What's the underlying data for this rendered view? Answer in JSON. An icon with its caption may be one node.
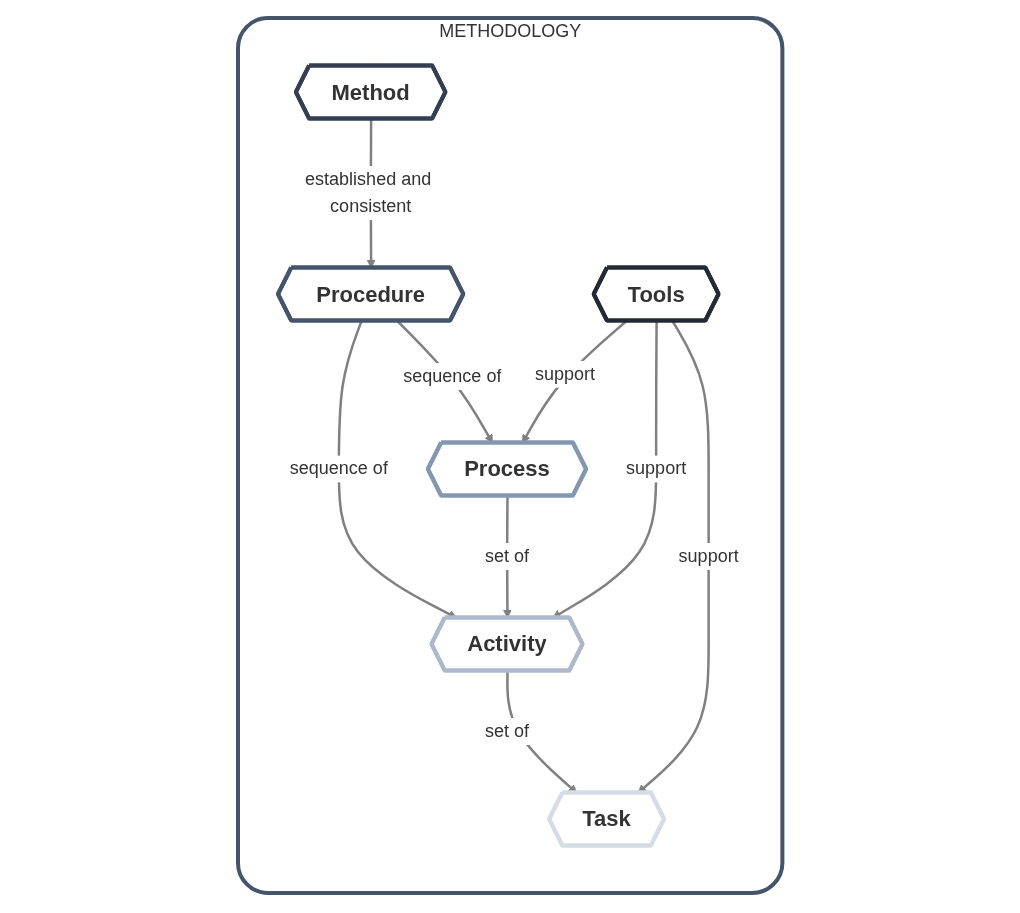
{
  "diagram": {
    "nodes": [
      {
        "text": [
          "METHODOLOGY"
        ]
      },
      {
        "text": [
          "Procedure"
        ],
        "in": 0
      },
      {
        "text": [
          "Method"
        ],
        "in": 0
      },
      {
        "text": [
          "Process"
        ],
        "in": 0
      },
      {
        "text": [
          "Activity"
        ],
        "in": 0
      },
      {
        "text": [
          "Task"
        ],
        "in": 0
      },
      {
        "text": [
          "Tools"
        ],
        "in": 0
      }
    ],
    "edges": [
      {
        "from": 2,
        "to": 1,
        "arrow": "to",
        "label": "established and consistent"
      },
      {
        "from": 1,
        "to": 3,
        "arrow": "to",
        "label": "sequence of"
      },
      {
        "from": 1,
        "to": 4,
        "arrow": "to",
        "label": "sequence of"
      },
      {
        "from": 3,
        "to": 4,
        "arrow": "to",
        "label": "set of"
      },
      {
        "from": 4,
        "to": 5,
        "arrow": "to",
        "label": "set of"
      },
      {
        "from": 6,
        "to": 4,
        "arrow": "to",
        "label": "support"
      },
      {
        "from": 6,
        "to": 3,
        "arrow": "to",
        "label": "support"
      },
      {
        "from": 6,
        "to": 5,
        "arrow": "to",
        "label": "support"
      }
    ]
  }
}
